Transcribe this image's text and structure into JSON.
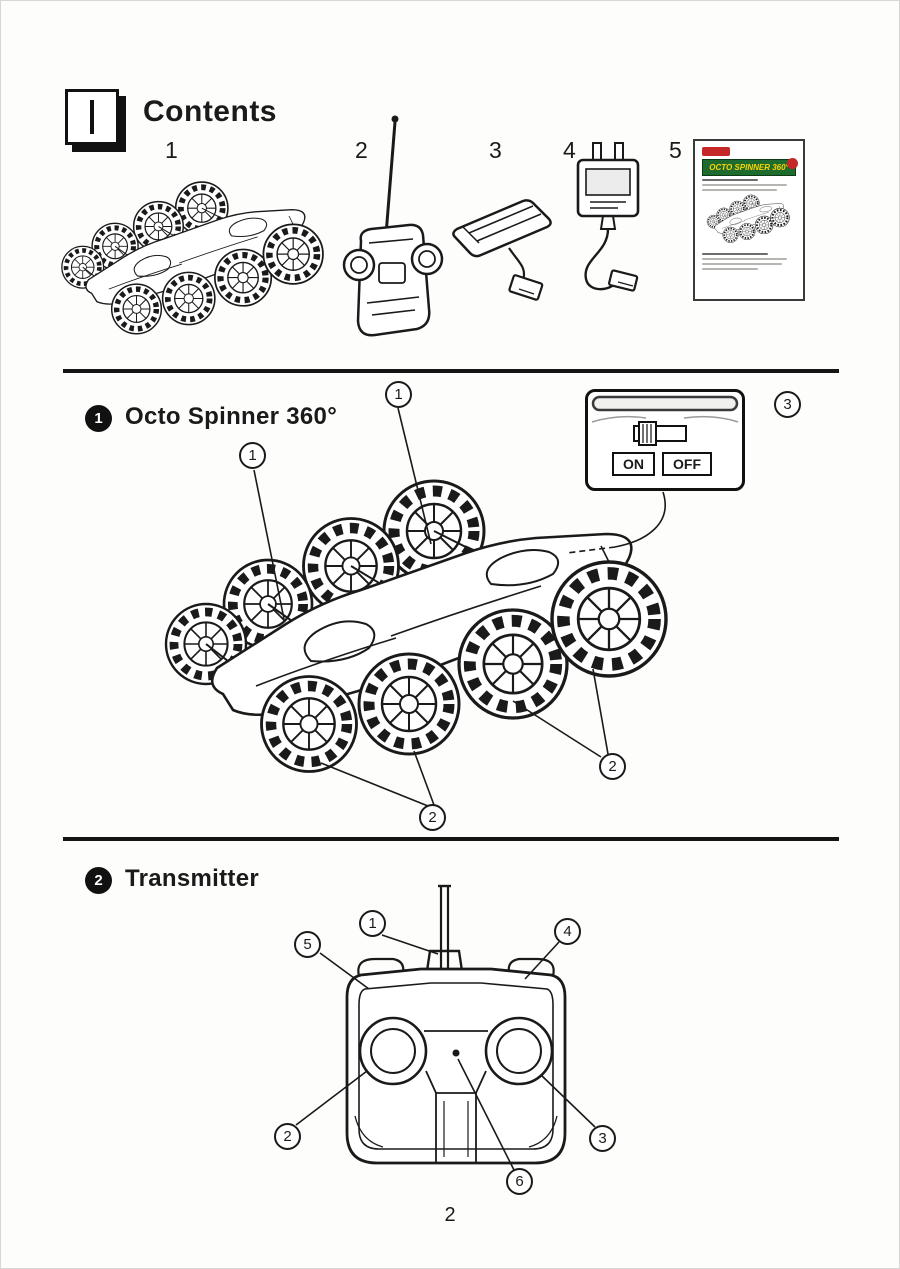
{
  "page": {
    "number": "2"
  },
  "header": {
    "title": "Contents",
    "items": [
      {
        "num": "1",
        "art": "octo-spinner-vehicle"
      },
      {
        "num": "2",
        "art": "transmitter"
      },
      {
        "num": "3",
        "art": "battery-pack"
      },
      {
        "num": "4",
        "art": "battery-charger"
      },
      {
        "num": "5",
        "art": "owners-manual"
      }
    ]
  },
  "manual_cover": {
    "title": "OCTO SPINNER 360°",
    "colors": {
      "banner_bg": "#1e6b2e",
      "banner_text": "#ffd400",
      "logo": "#c62828"
    }
  },
  "section1": {
    "badge": "1",
    "title": "Octo Spinner 360°",
    "inset": {
      "on_label": "ON",
      "off_label": "OFF"
    },
    "callouts": {
      "body_top": "1",
      "body_left": "1",
      "power_switch": "3",
      "wheels_right": "2",
      "wheels_front": "2"
    }
  },
  "section2": {
    "badge": "2",
    "title": "Transmitter",
    "callouts": {
      "antenna": "1",
      "left_dial": "2",
      "right_dial": "3",
      "right_shoulder": "4",
      "left_shoulder": "5",
      "indicator": "6"
    }
  }
}
